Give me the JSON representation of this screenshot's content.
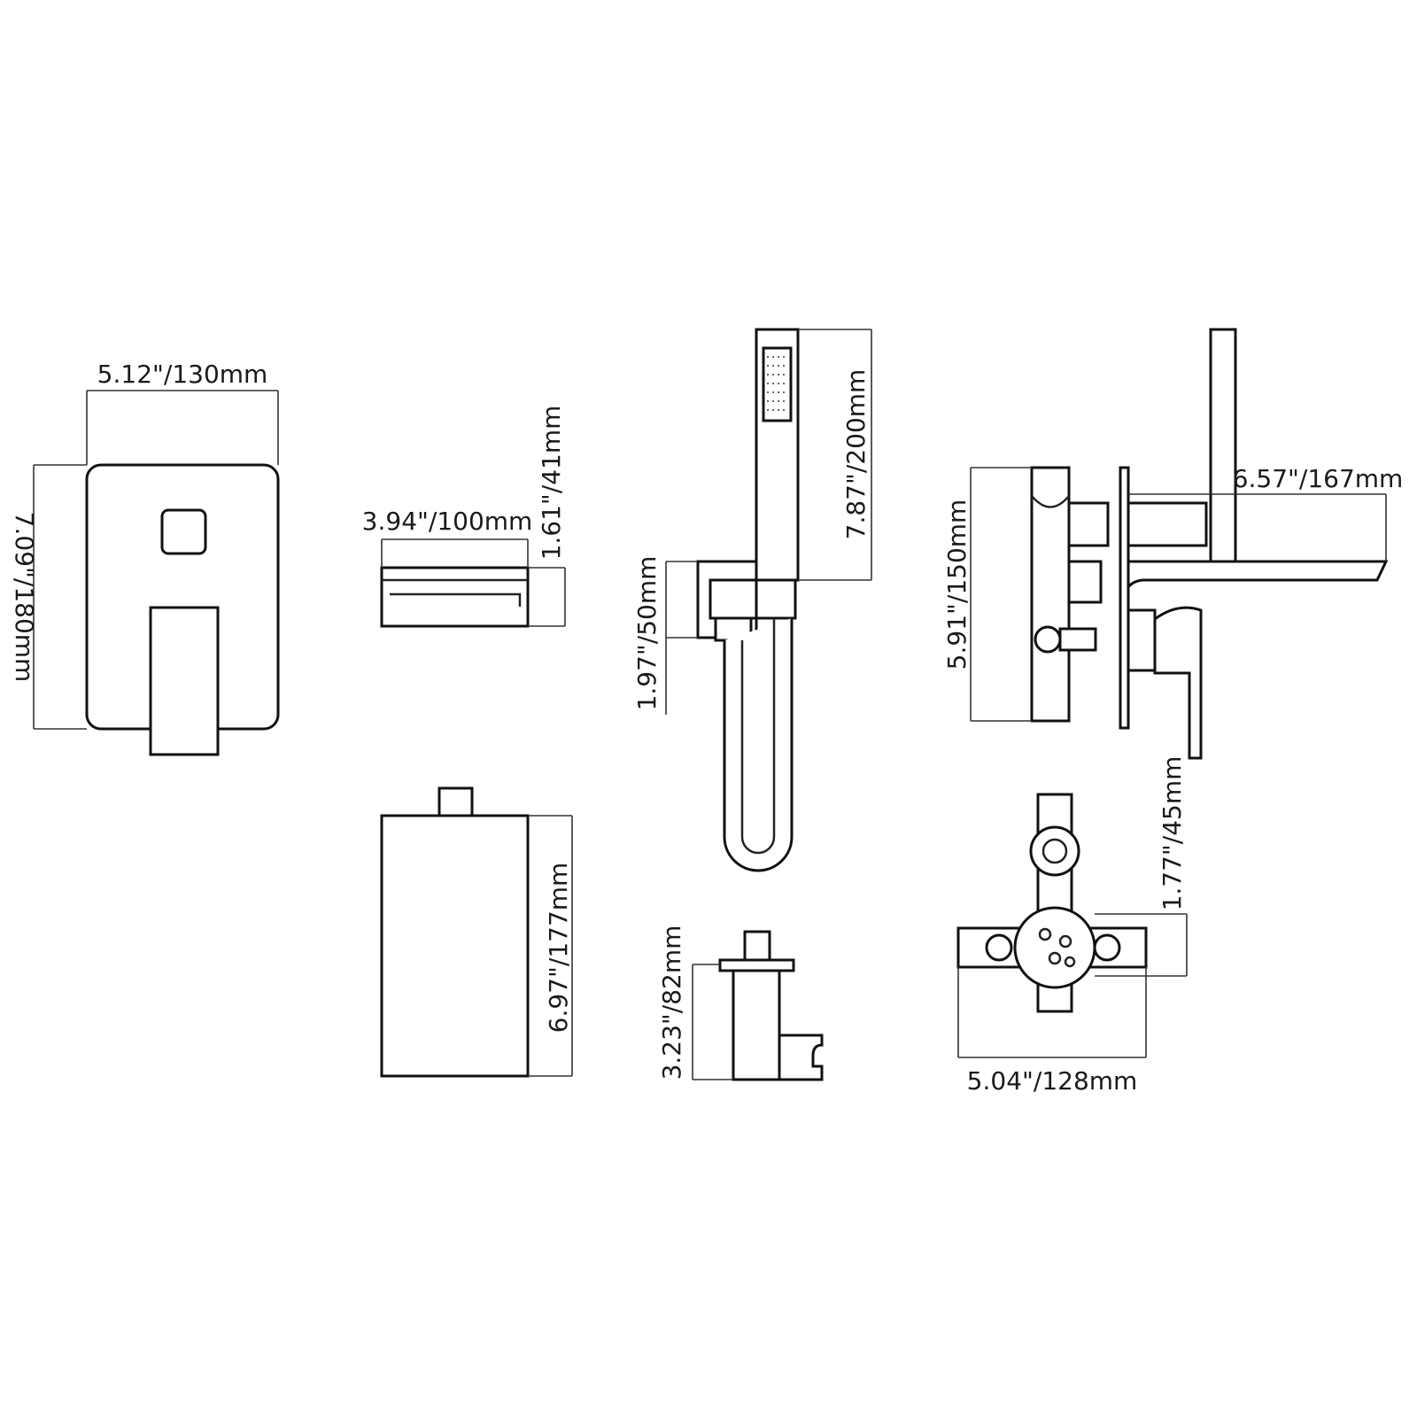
{
  "dimensions": {
    "trim_plate_width": "5.12\"/130mm",
    "trim_plate_height": "7.09\"/180mm",
    "spout_width": "3.94\"/100mm",
    "spout_height": "1.61\"/41mm",
    "hand_shower_length": "7.87\"/200mm",
    "holder_height": "1.97\"/50mm",
    "side_view_height": "5.91\"/150mm",
    "side_view_depth": "6.57\"/167mm",
    "spout_body_height": "6.97\"/177mm",
    "wall_outlet_height": "3.23\"/82mm",
    "valve_offset": "1.77\"/45mm",
    "valve_width": "5.04\"/128mm"
  },
  "colors": {
    "line": "#222222",
    "background": "#ffffff"
  }
}
